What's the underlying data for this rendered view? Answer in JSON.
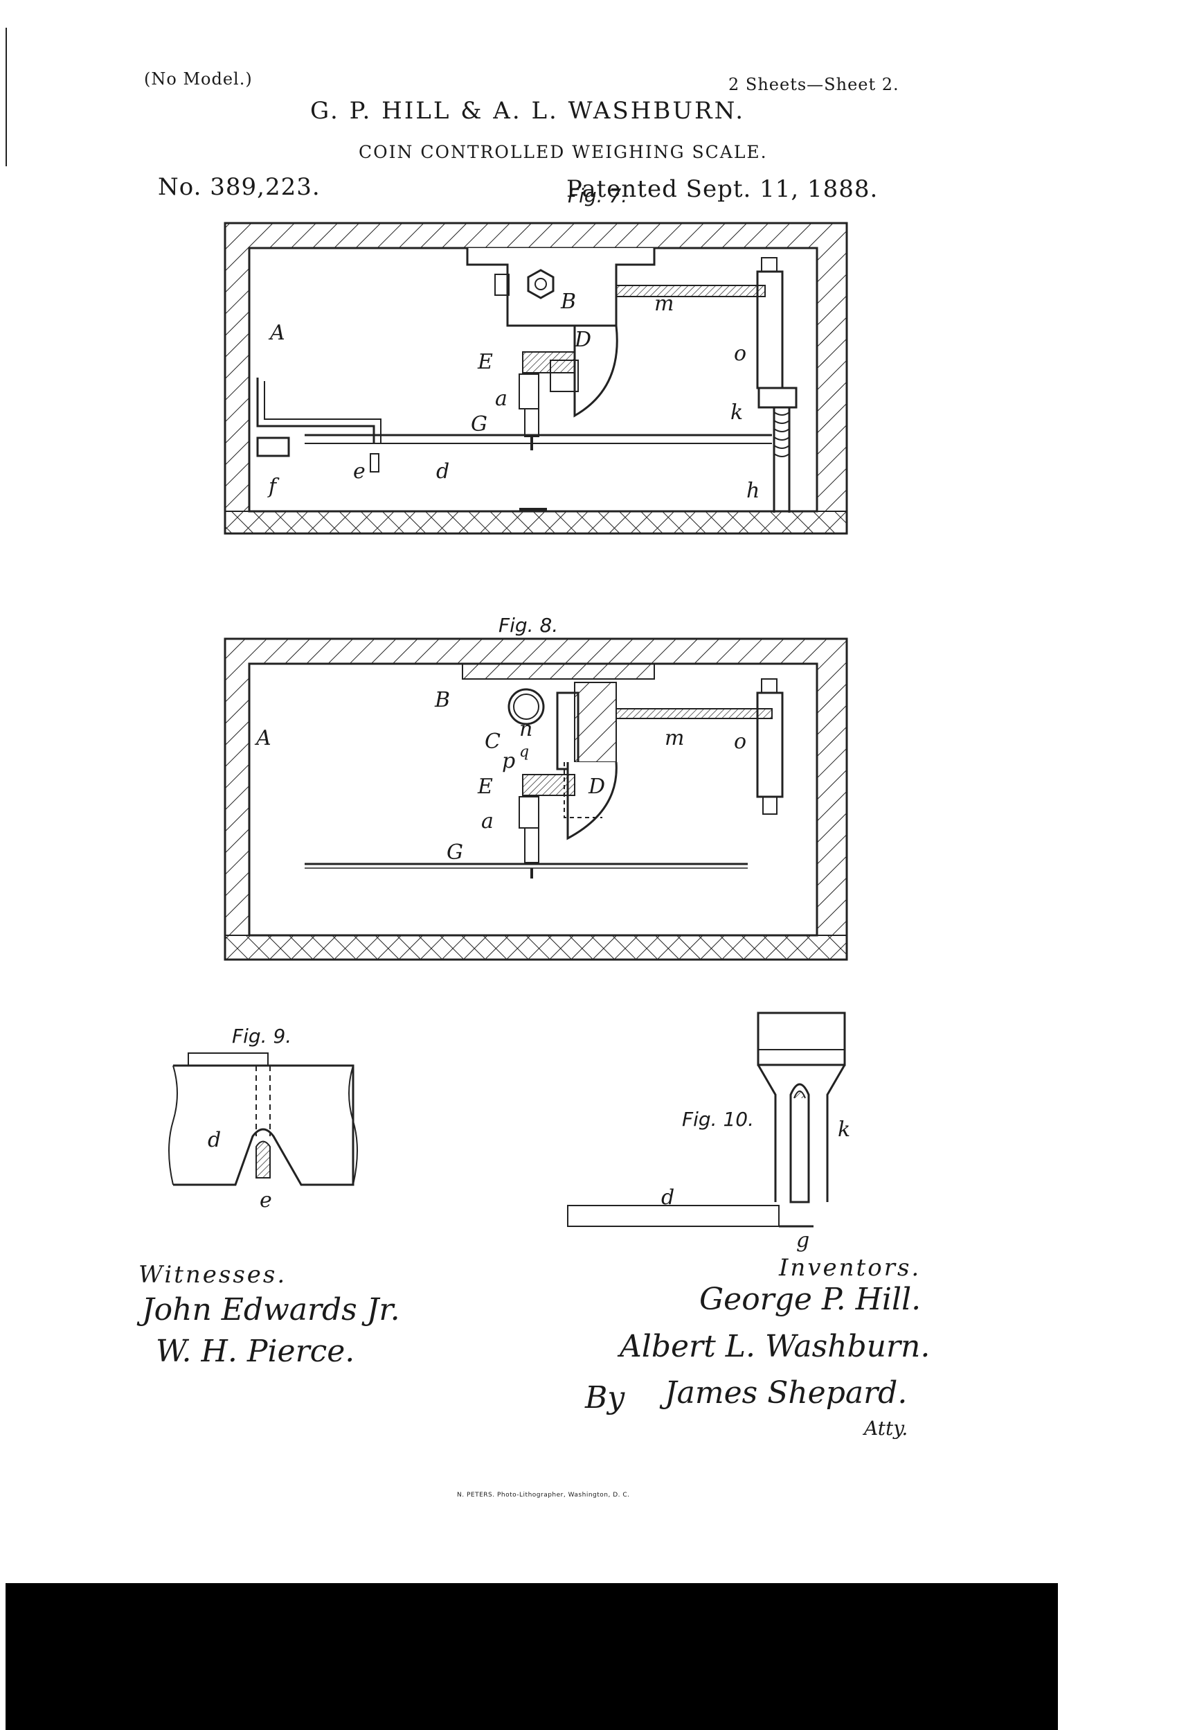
{
  "header": {
    "model_note": "(No Model.)",
    "sheets": "2 Sheets—Sheet 2.",
    "inventors_line": "G. P. HILL & A. L. WASHBURN.",
    "title": "COIN CONTROLLED WEIGHING SCALE.",
    "patent_number": "No. 389,223.",
    "patented_date": "Patented Sept. 11, 1888."
  },
  "figures": {
    "fig7": {
      "caption": "Fig. 7.",
      "labels": {
        "A": "A",
        "B": "B",
        "m": "m",
        "D": "D",
        "E": "E",
        "o": "o",
        "a": "a",
        "k": "k",
        "G": "G",
        "e": "e",
        "d": "d",
        "f": "f",
        "h": "h"
      }
    },
    "fig8": {
      "caption": "Fig. 8.",
      "labels": {
        "B": "B",
        "A": "A",
        "C": "C",
        "n": "n",
        "p": "p",
        "q": "q",
        "m": "m",
        "o": "o",
        "E": "E",
        "D": "D",
        "a": "a",
        "G": "G"
      }
    },
    "fig9": {
      "caption": "Fig. 9.",
      "labels": {
        "d": "d",
        "e": "e"
      }
    },
    "fig10": {
      "caption": "Fig. 10.",
      "labels": {
        "k": "k",
        "d": "d",
        "g": "g"
      }
    }
  },
  "witnesses": {
    "heading": "Witnesses.",
    "names": [
      "John Edwards Jr.",
      "W. H. Pierce."
    ]
  },
  "inventors": {
    "heading": "Inventors.",
    "names": [
      "George P. Hill.",
      "Albert L. Washburn."
    ],
    "by": "By",
    "attorney": "James Shepard.",
    "attorney_title": "Atty."
  },
  "printer_credit": "N. PETERS. Photo-Lithographer, Washington, D. C."
}
